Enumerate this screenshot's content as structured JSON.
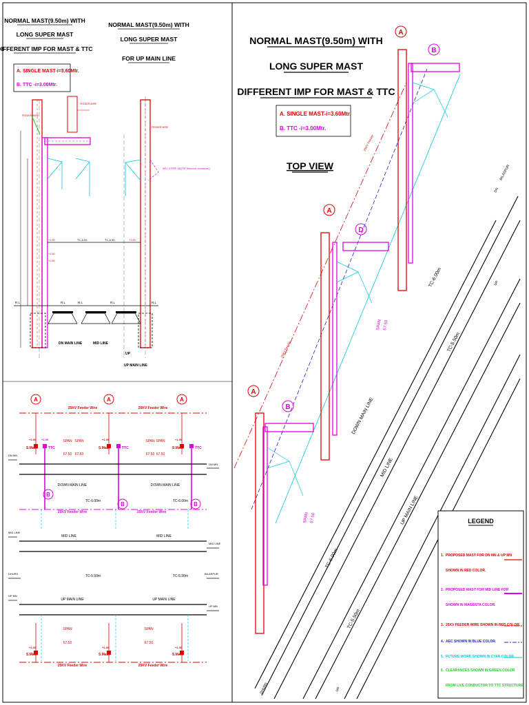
{
  "left_titles": {
    "dn_mn": [
      "NORMAL MAST(9.50m) WITH",
      "LONG SUPER MAST",
      "DIFFERENT IMP FOR MAST & TTC"
    ],
    "up_mn": [
      "NORMAL MAST(9.50m) WITH",
      "LONG SUPER MAST",
      "FOR UP MAIN LINE"
    ]
  },
  "left_imp_box": {
    "a": "A.  SINGLE MAST-i=3.60Mtr.",
    "b": "B.  TTC          -i=3.00Mtr."
  },
  "right_titles": [
    "NORMAL MAST(9.50m) WITH",
    "LONG SUPER MAST",
    "DIFFERENT IMP FOR MAST & TTC"
  ],
  "right_imp_box": {
    "a": "A.  SINGLE MAST-i=3.60Mtr.",
    "b": "B.  TTC          -i=3.00Mtr."
  },
  "top_view": "TOP VIEW",
  "section_labels": {
    "rl": "R.L",
    "tc1": "TC-5.00",
    "tc2": "TC-5.50",
    "dn": "DN MAIN LINE",
    "mid": "MID LINE",
    "up": "UP MAIN LINE",
    "up_arrow": "UP",
    "h100": "+1.00",
    "h150": "+1.50",
    "h250": "+2.50",
    "feeder_wire": "FEEDER WIRE",
    "aec_note": "AEC 4 FIRE (ACSR Raccoon conductor)"
  },
  "plan_labels": {
    "mast_a": "A",
    "mast_b": "B",
    "feeder": "25KV Feeder Wire",
    "smast": "S.Mast",
    "ttc": "TTC",
    "span": "SPAN",
    "span_val": "67.50",
    "height": "+1.00",
    "dn_track": "DOWN MAIN LINE",
    "mid_track": "MID LINE",
    "up_track": "UP MAIN LINE",
    "tc600": "TC-6.00m",
    "tc550": "TC-5.50m",
    "dn_mn": "DN MN",
    "mid_line": "MID LINE",
    "up_mn": "UP MN",
    "dhurs": "DHURS",
    "bilaspur": "BILASPUR"
  },
  "topview_labels": {
    "mast_a": "A",
    "mast_b": "B",
    "b_mid": "D",
    "dn_main": "DOWN MAIN LINE",
    "mid": "MID LINE",
    "up_main": "UP MAIN LINE",
    "tc": "TC-6.00m",
    "tc2": "TC-5.50m",
    "span": "SPAN",
    "span_val": "67.50",
    "feeder": "25KV Feeder",
    "bilaspur": "BILASPUR",
    "dhurs": "DHURS",
    "up": "UP",
    "dn": "DN"
  },
  "legend": {
    "title": "LEGEND",
    "items": [
      {
        "n": "1.",
        "lines": [
          "PROPOSED MAST FOR DN MN & UP MN",
          "SHOWN IN RED COLOR."
        ],
        "color": "#e00000"
      },
      {
        "n": "2.",
        "lines": [
          "PROPOSED MAST FOR MID LINE FOR",
          "SHOWN IN MAGENTA COLOR."
        ],
        "color": "#e000e0"
      },
      {
        "n": "3.",
        "lines": [
          "25KV FEEDER WIRE SHOWN IN RED COLOR."
        ],
        "color": "#e00000"
      },
      {
        "n": "4.",
        "lines": [
          "AEC SHOWN IN BLUE COLOR."
        ],
        "color": "#2020d0"
      },
      {
        "n": "5.",
        "lines": [
          "FUTURE WORK SHOWN IN CYAN COLOR."
        ],
        "color": "#00c8e0"
      },
      {
        "n": "6.",
        "lines": [
          "CLEARANCES SHOWN IN GREEN COLOR",
          "FROM LIVE CONDUCTOR TO TTC STRUCTURE."
        ],
        "color": "#20d020"
      }
    ]
  },
  "colors": {
    "red": "#e00000",
    "magenta": "#e000e0",
    "blue": "#2020d0",
    "cyan": "#00c8e0",
    "green": "#20d020",
    "black": "#000000"
  }
}
